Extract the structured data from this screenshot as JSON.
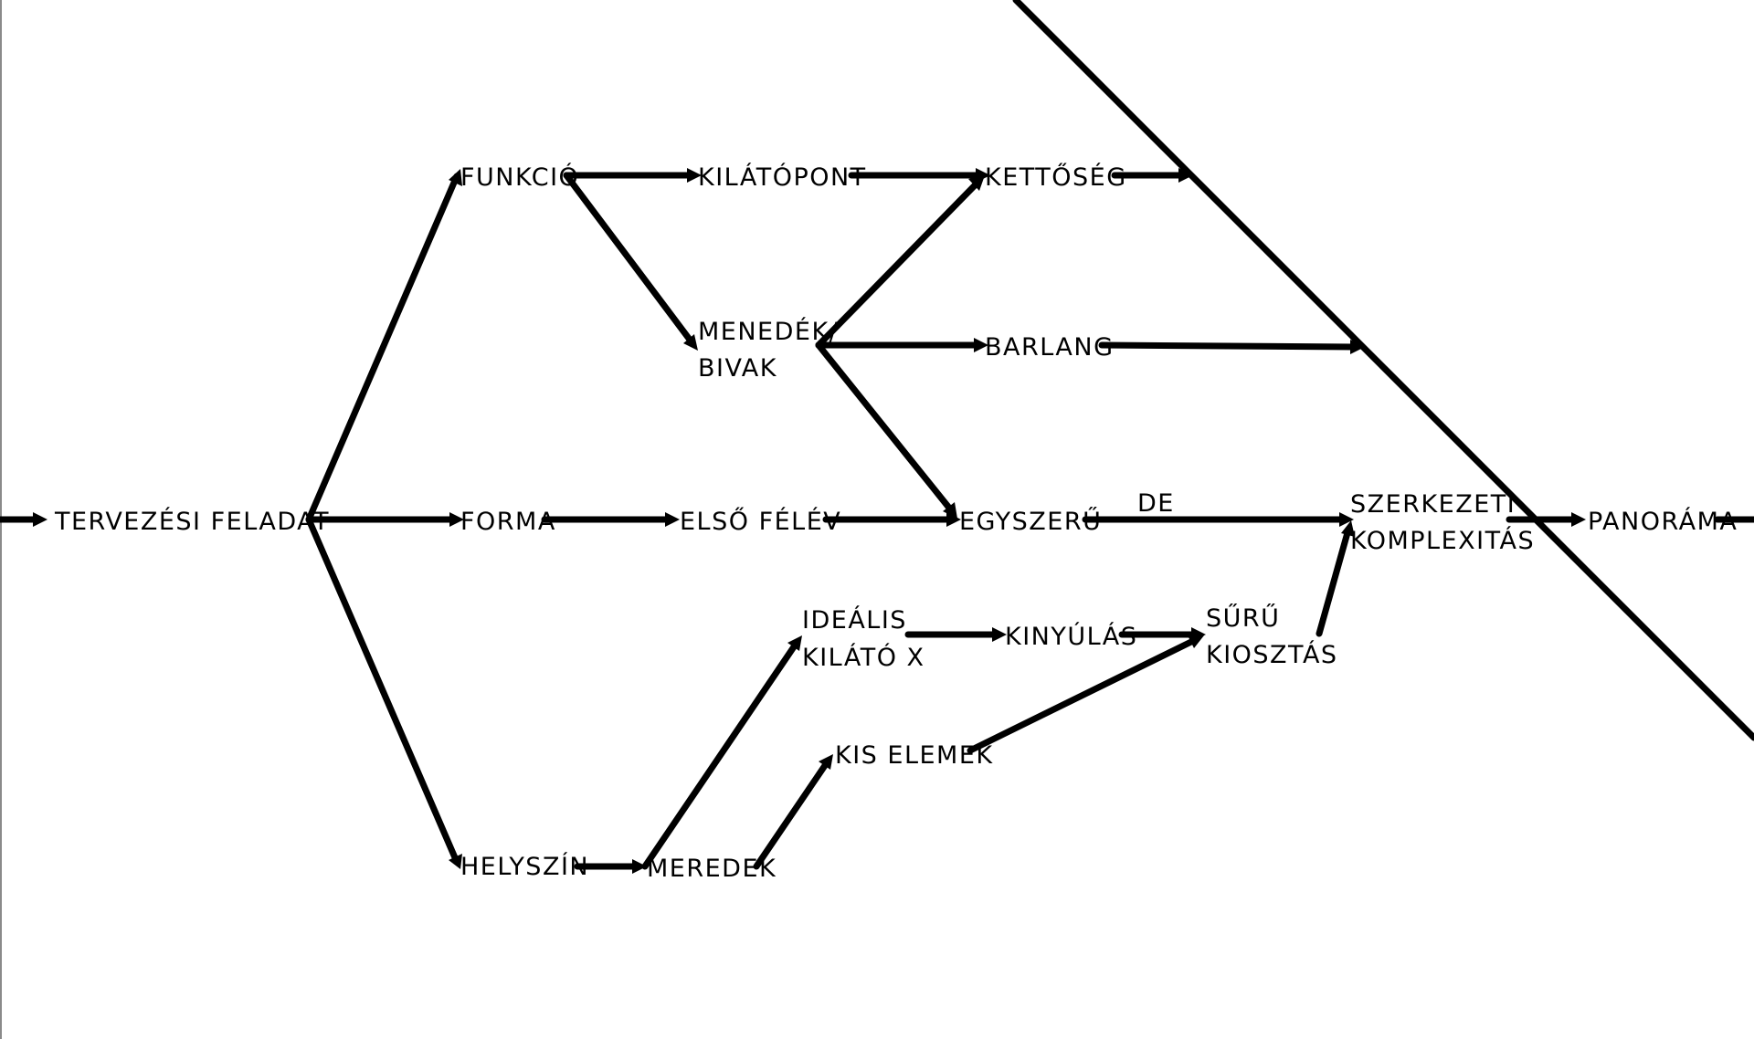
{
  "diagram": {
    "nodes": {
      "tervezesi_feladat": "TERVEZÉSI FELADAT",
      "funkcio": "FUNKCIÓ",
      "forma": "FORMA",
      "helyszin": "HELYSZÍN",
      "kilatopont": "KILÁTÓPONT",
      "menedek_line1": "MENEDÉK/",
      "menedek_line2": "BIVAK",
      "elso_felev": "ELSŐ FÉLÉV",
      "meredek": "MEREDEK",
      "idealis_line1": "IDEÁLIS",
      "idealis_line2": "KILÁTÓ X",
      "kis_elemek": "KIS ELEMEK",
      "kettoseg": "KETTŐSÉG",
      "barlang": "BARLANG",
      "egyszeru": "EGYSZERŰ",
      "kinyulas": "KINYÚLÁS",
      "suru_line1": "SŰRŰ",
      "suru_line2": "KIOSZTÁS",
      "szerkezeti_line1": "SZERKEZETI",
      "szerkezeti_line2": "KOMPLEXITÁS",
      "panorama": "PANORÁMA"
    },
    "edge_labels": {
      "de": "DE"
    },
    "colors": {
      "stroke": "#000000",
      "background": "#ffffff",
      "left_rule": "#8a8a8a"
    }
  }
}
